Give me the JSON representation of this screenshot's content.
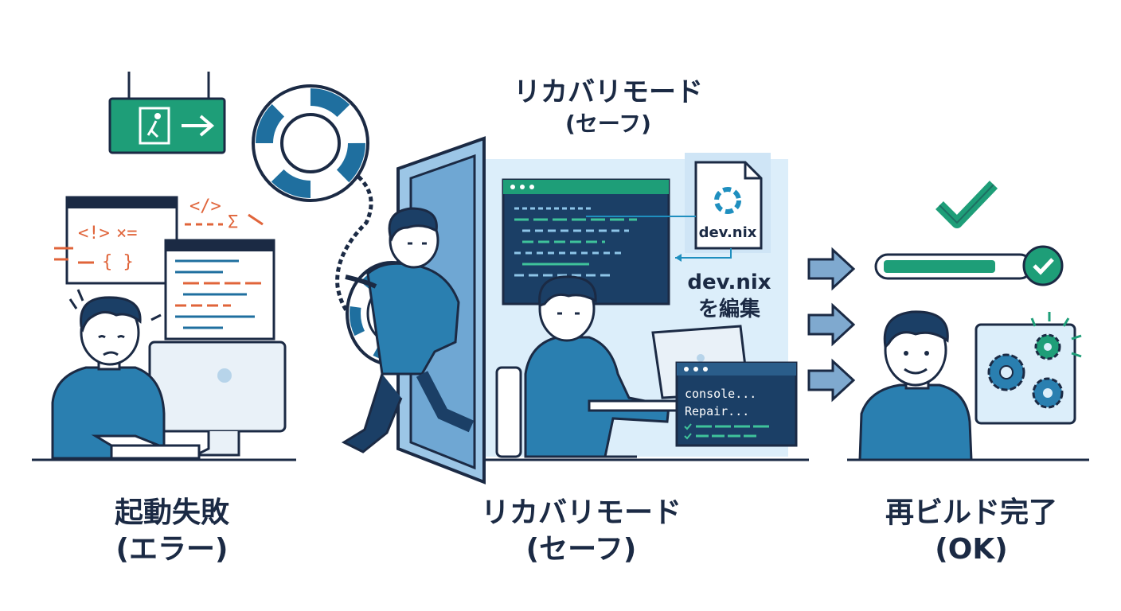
{
  "panels": {
    "failure": {
      "line1": "起動失敗",
      "line2": "(エラー)"
    },
    "recovery": {
      "line1": "リカバリモード",
      "line2": "(セーフ)"
    },
    "recovery_top": {
      "line1": "リカバリモード",
      "line2": "(セーフ)"
    },
    "rebuild": {
      "line1": "再ビルド完了",
      "line2": "(OK)"
    }
  },
  "recovery_scene": {
    "file_name": "dev.nix",
    "edit_line1": "dev.nix",
    "edit_line2": "を編集",
    "console_line1": "console...",
    "console_line2": "Repair..."
  },
  "error_snippets": {
    "tag_open": "<!>",
    "braces": "{ }",
    "slash_tag": "</>",
    "sigma": "Σ"
  },
  "colors": {
    "navy": "#1b2a44",
    "blue": "#1f6f9f",
    "teal_green": "#1e9e78",
    "orange": "#e0643a",
    "light_blue": "#dceefa",
    "shirt": "#2a7fb0"
  },
  "icons": {
    "exit_sign": "exit-sign-icon",
    "lifebuoy": "lifebuoy-icon",
    "nix_logo": "nix-snowflake-icon",
    "check": "checkmark-icon",
    "gears": "gears-icon",
    "arrows": "arrow-right-icon"
  }
}
